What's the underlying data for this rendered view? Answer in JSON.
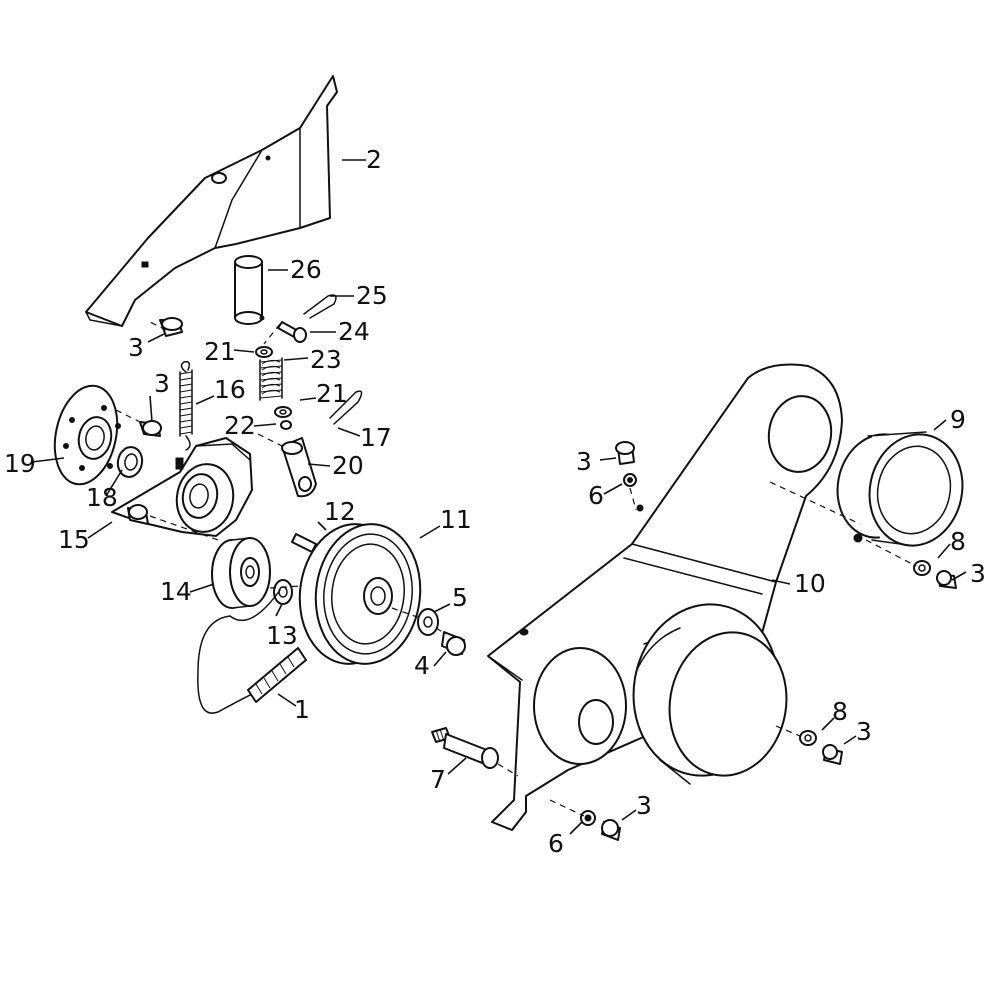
{
  "diagram": {
    "callouts": [
      {
        "id": "c1",
        "label": "1"
      },
      {
        "id": "c2",
        "label": "2"
      },
      {
        "id": "c3a",
        "label": "3"
      },
      {
        "id": "c3b",
        "label": "3"
      },
      {
        "id": "c3c",
        "label": "3"
      },
      {
        "id": "c3d",
        "label": "3"
      },
      {
        "id": "c3e",
        "label": "3"
      },
      {
        "id": "c3f",
        "label": "3"
      },
      {
        "id": "c4",
        "label": "4"
      },
      {
        "id": "c5",
        "label": "5"
      },
      {
        "id": "c6a",
        "label": "6"
      },
      {
        "id": "c6b",
        "label": "6"
      },
      {
        "id": "c7",
        "label": "7"
      },
      {
        "id": "c8a",
        "label": "8"
      },
      {
        "id": "c8b",
        "label": "8"
      },
      {
        "id": "c9",
        "label": "9"
      },
      {
        "id": "c10",
        "label": "10"
      },
      {
        "id": "c11",
        "label": "11"
      },
      {
        "id": "c12",
        "label": "12"
      },
      {
        "id": "c13",
        "label": "13"
      },
      {
        "id": "c14",
        "label": "14"
      },
      {
        "id": "c15",
        "label": "15"
      },
      {
        "id": "c16",
        "label": "16"
      },
      {
        "id": "c17",
        "label": "17"
      },
      {
        "id": "c18",
        "label": "18"
      },
      {
        "id": "c19",
        "label": "19"
      },
      {
        "id": "c20",
        "label": "20"
      },
      {
        "id": "c21a",
        "label": "21"
      },
      {
        "id": "c21b",
        "label": "21"
      },
      {
        "id": "c22",
        "label": "22"
      },
      {
        "id": "c23",
        "label": "23"
      },
      {
        "id": "c24",
        "label": "24"
      },
      {
        "id": "c25",
        "label": "25"
      },
      {
        "id": "c26",
        "label": "26"
      }
    ]
  }
}
